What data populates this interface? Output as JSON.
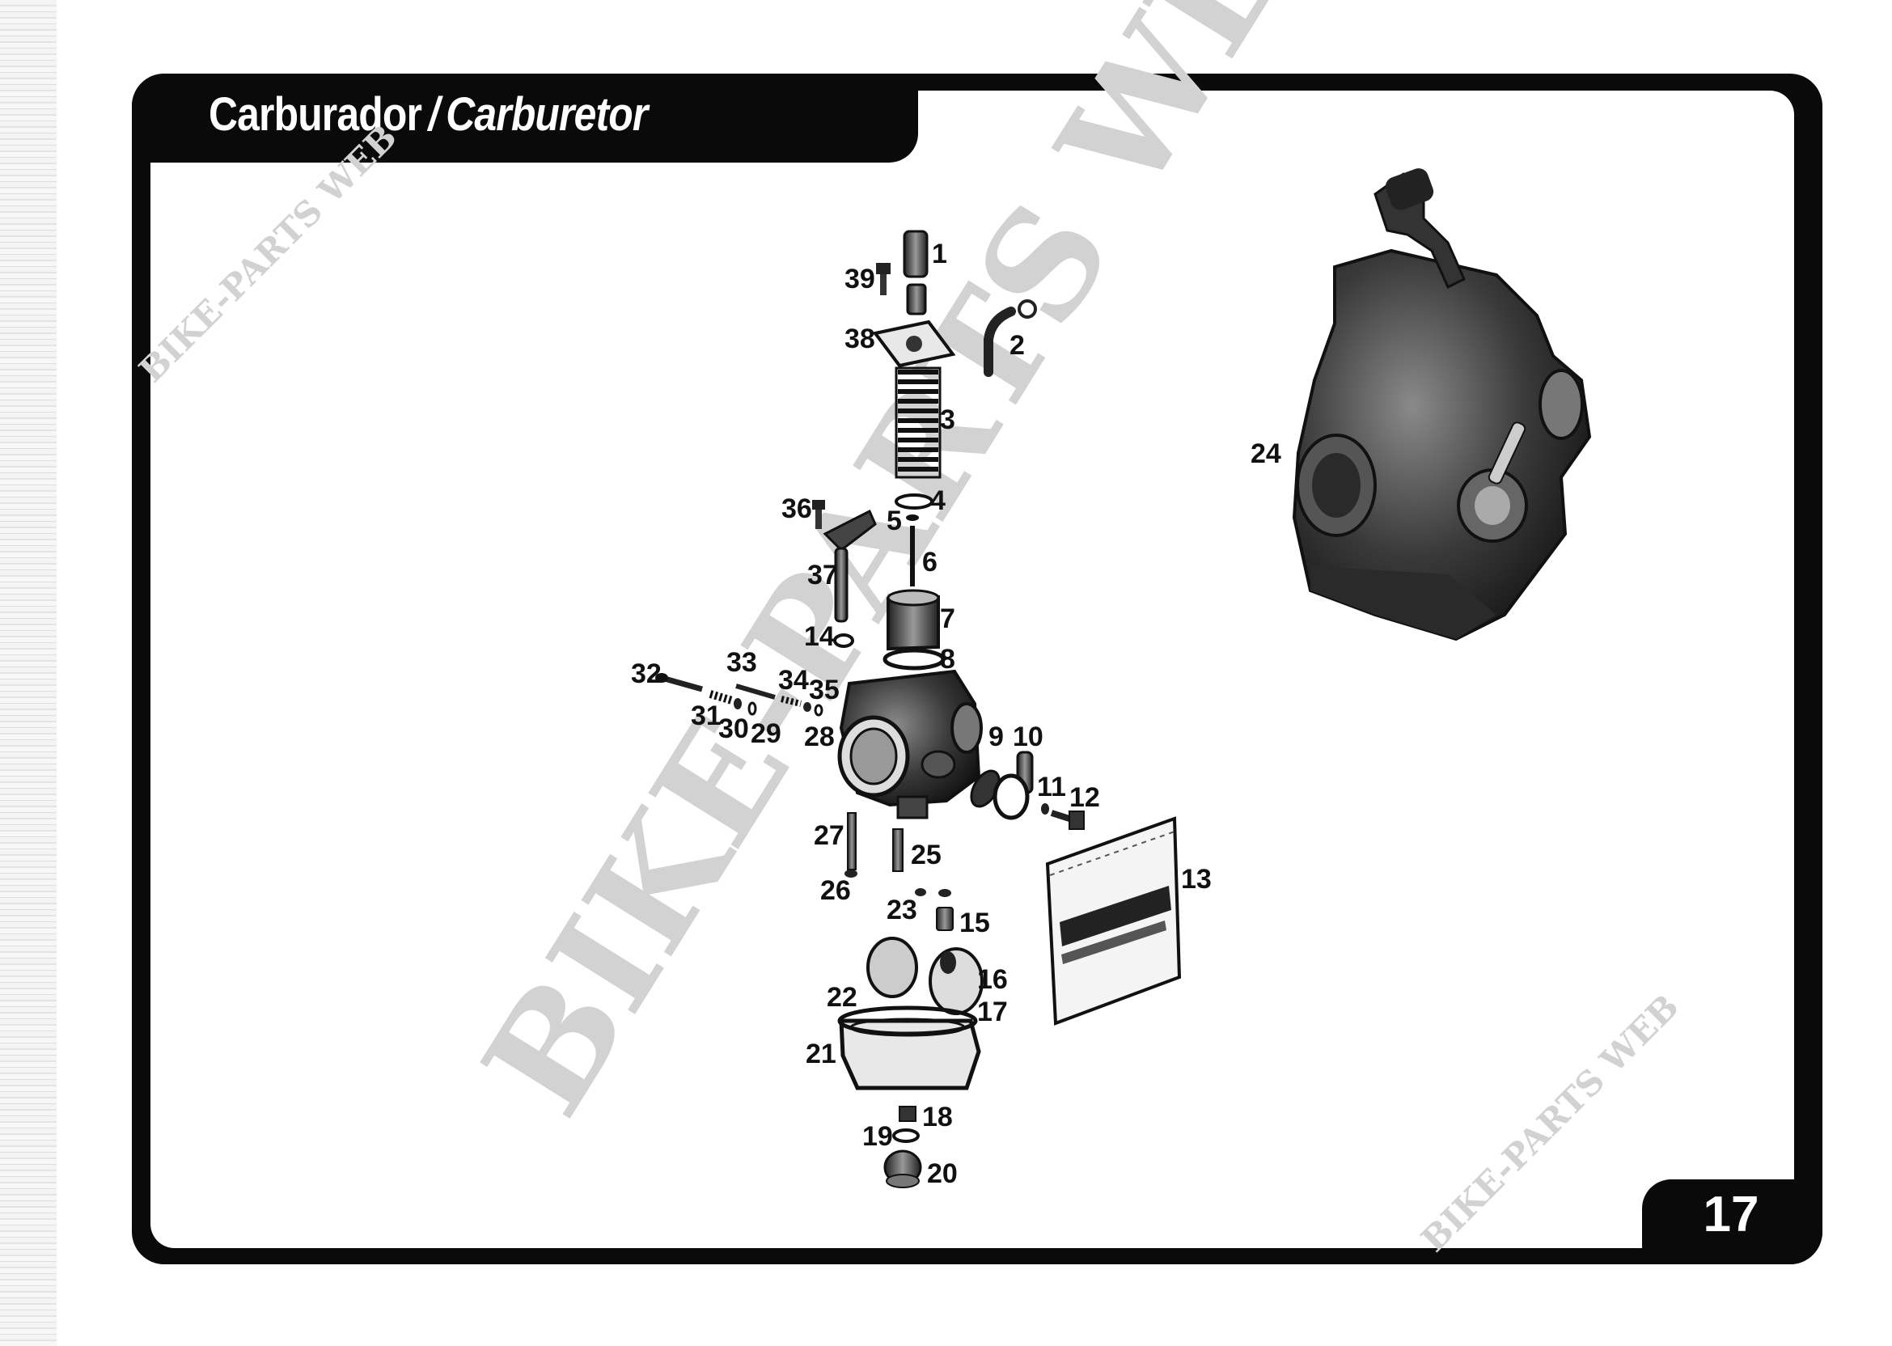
{
  "header": {
    "title_es": "Carburador",
    "separator": "/",
    "title_en": "Carburetor"
  },
  "page_number": "17",
  "watermark": "BIKE-PARTS WEB",
  "callouts": {
    "c1": "1",
    "c2": "2",
    "c3": "3",
    "c4": "4",
    "c5": "5",
    "c6": "6",
    "c7": "7",
    "c8": "8",
    "c9": "9",
    "c10": "10",
    "c11": "11",
    "c12": "12",
    "c13": "13",
    "c14": "14",
    "c15": "15",
    "c16": "16",
    "c17": "17",
    "c18": "18",
    "c19": "19",
    "c20": "20",
    "c21": "21",
    "c22": "22",
    "c23": "23",
    "c24": "24",
    "c25": "25",
    "c26": "26",
    "c27": "27",
    "c28": "28",
    "c29": "29",
    "c30": "30",
    "c31": "31",
    "c32": "32",
    "c33": "33",
    "c34": "34",
    "c35": "35",
    "c36": "36",
    "c37": "37",
    "c38": "38",
    "c39": "39"
  },
  "colors": {
    "frame": "#0a0a0a",
    "background": "#ffffff",
    "watermark": "#d2d2d2"
  }
}
